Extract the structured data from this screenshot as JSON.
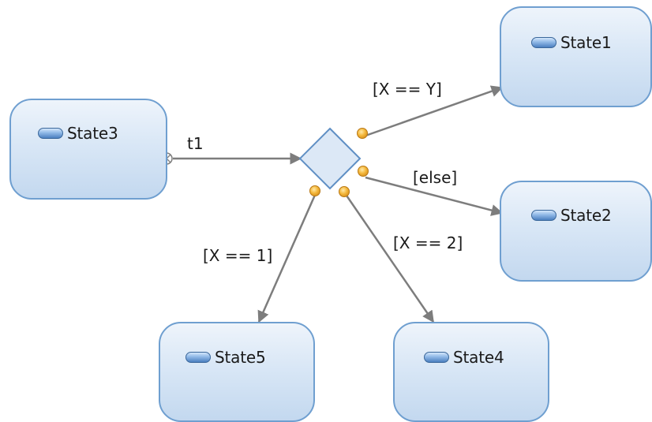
{
  "states": [
    {
      "id": "state1",
      "label": "State1"
    },
    {
      "id": "state2",
      "label": "State2"
    },
    {
      "id": "state3",
      "label": "State3"
    },
    {
      "id": "state4",
      "label": "State4"
    },
    {
      "id": "state5",
      "label": "State5"
    }
  ],
  "transitions": [
    {
      "id": "t1",
      "label": "t1",
      "from": "State3",
      "to": "choice"
    },
    {
      "id": "guard-x-eq-y",
      "label": "[X == Y]",
      "from": "choice",
      "to": "State1"
    },
    {
      "id": "guard-else",
      "label": "[else]",
      "from": "choice",
      "to": "State2"
    },
    {
      "id": "guard-x-eq-1",
      "label": "[X == 1]",
      "from": "choice",
      "to": "State5"
    },
    {
      "id": "guard-x-eq-2",
      "label": "[X == 2]",
      "from": "choice",
      "to": "State4"
    }
  ],
  "colors": {
    "state_border": "#6f9fd0",
    "state_fill": "#d9e7f6",
    "arrow": "#7d7d7d",
    "choice_border": "#5f8fc4",
    "choice_fill": "#dce8f6",
    "marker": "#f4b73a"
  }
}
